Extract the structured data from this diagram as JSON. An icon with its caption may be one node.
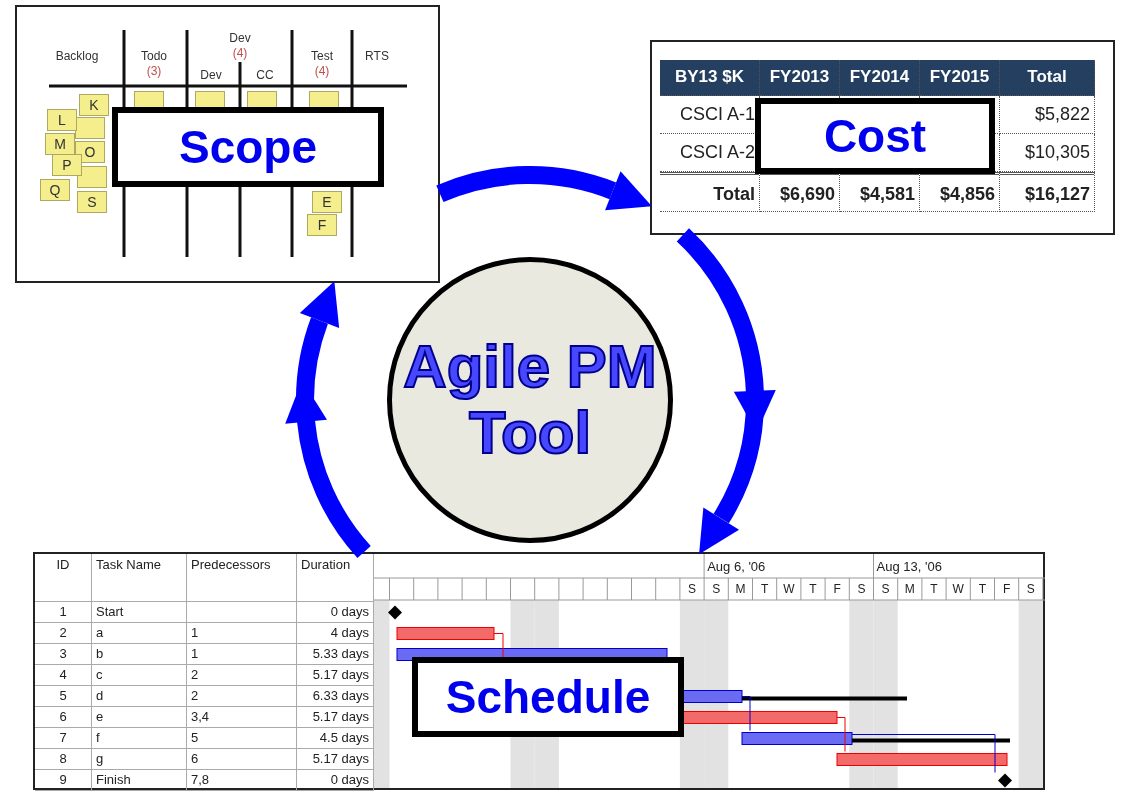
{
  "diagram": {
    "nodes": [
      {
        "text": [
          "Agile PM Tool"
        ]
      },
      {
        "text": [
          "Scope"
        ]
      },
      {
        "text": [
          "Cost"
        ]
      },
      {
        "text": [
          "Schedule"
        ]
      }
    ],
    "edges": [
      {
        "from": 1,
        "to": 2,
        "arrow": "to"
      },
      {
        "from": 2,
        "to": 3,
        "arrow": "to"
      },
      {
        "from": 3,
        "to": 1,
        "arrow": "to"
      }
    ],
    "labels": [
      "Backlog",
      "Todo",
      "(3)",
      "Dev",
      "(4)",
      "Dev",
      "CC",
      "Test",
      "(4)",
      "RTS",
      "K",
      "L",
      "M",
      "O",
      "P",
      "Q",
      "S",
      "E",
      "F",
      "BY13 $K",
      "FY2013",
      "FY2014",
      "FY2015",
      "Total",
      "CSCI A-1",
      "$5,822",
      "CSCI A-2",
      "$10,305",
      "Total",
      "$6,690",
      "$4,581",
      "$4,856",
      "$16,127",
      "ID",
      "Task Name",
      "Predecessors",
      "Duration",
      "Aug 6, '06",
      "Aug 13, '06",
      "S",
      "S",
      "M",
      "T",
      "W",
      "T",
      "F",
      "S",
      "S",
      "M",
      "T",
      "W",
      "T",
      "F",
      "S",
      "1",
      "Start",
      "0 days",
      "2",
      "a",
      "1",
      "4 days",
      "3",
      "b",
      "1",
      "5.33 days",
      "4",
      "c",
      "2",
      "5.17 days",
      "5",
      "d",
      "2",
      "6.33 days",
      "6",
      "e",
      "3,4",
      "5.17 days",
      "7",
      "f",
      "5",
      "4.5 days",
      "8",
      "g",
      "6",
      "5.17 days",
      "9",
      "Finish",
      "7,8",
      "0 days"
    ]
  }
}
